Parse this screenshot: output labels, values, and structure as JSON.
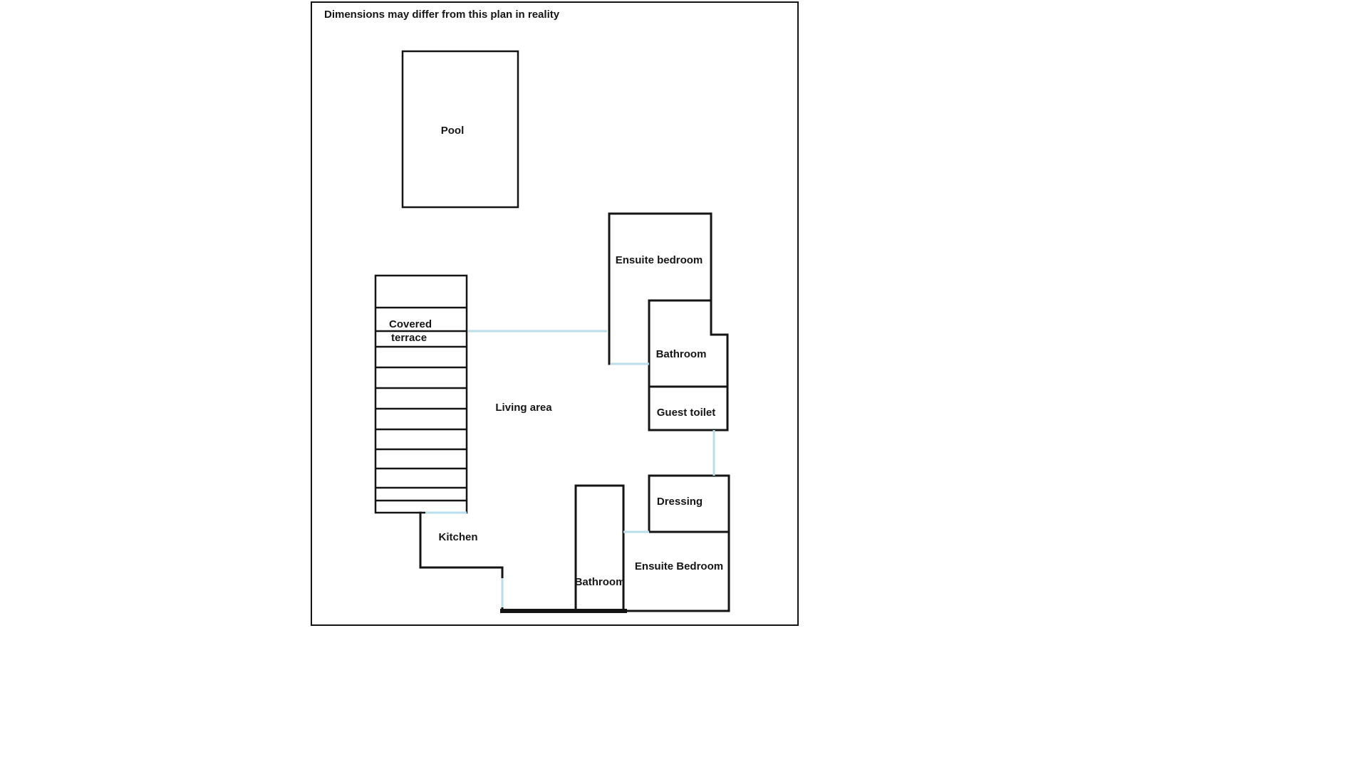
{
  "disclaimer": "Dimensions may differ from this plan in reality",
  "labels": {
    "pool": "Pool",
    "covered_line1": "Covered",
    "covered_line2": "terrace",
    "living_area": "Living area",
    "ensuite_bedroom_top": "Ensuite bedroom",
    "bathroom_top": "Bathroom",
    "guest_toilet": "Guest toilet",
    "dressing": "Dressing",
    "ensuite_bedroom_bottom": "Ensuite Bedroom",
    "bathroom_bottom": "Bathroom",
    "kitchen": "Kitchen"
  },
  "colors": {
    "wall": "#141414",
    "door": "#b8dee9",
    "background": "#ffffff"
  }
}
